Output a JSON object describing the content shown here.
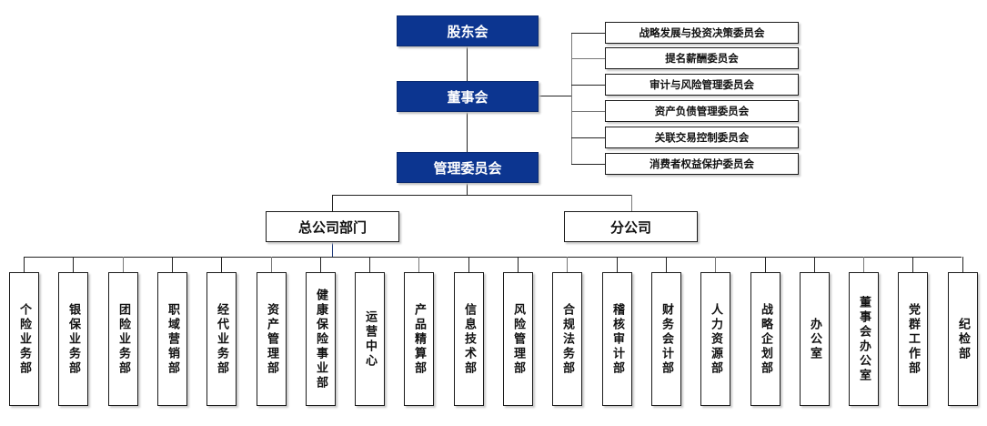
{
  "top": {
    "shareholders": "股东会",
    "board": "董事会",
    "management": "管理委员会"
  },
  "committees": [
    "战略发展与投资决策委员会",
    "提名薪酬委员会",
    "审计与风险管理委员会",
    "资产负债管理委员会",
    "关联交易控制委员会",
    "消费者权益保护委员会"
  ],
  "branches": {
    "headquarters": "总公司部门",
    "subsidiary": "分公司"
  },
  "departments": [
    "个险业务部",
    "银保业务部",
    "团险业务部",
    "职域营销部",
    "经代业务部",
    "资产管理部",
    "健康保险事业部",
    "运营中心",
    "产品精算部",
    "信息技术部",
    "风险管理部",
    "合规法务部",
    "稽核审计部",
    "财务会计部",
    "人力资源部",
    "战略企划部",
    "办公室",
    "董事会办公室",
    "党群工作部",
    "纪检部"
  ],
  "colors": {
    "primary_box": "#0c3590",
    "line": "#222222"
  }
}
